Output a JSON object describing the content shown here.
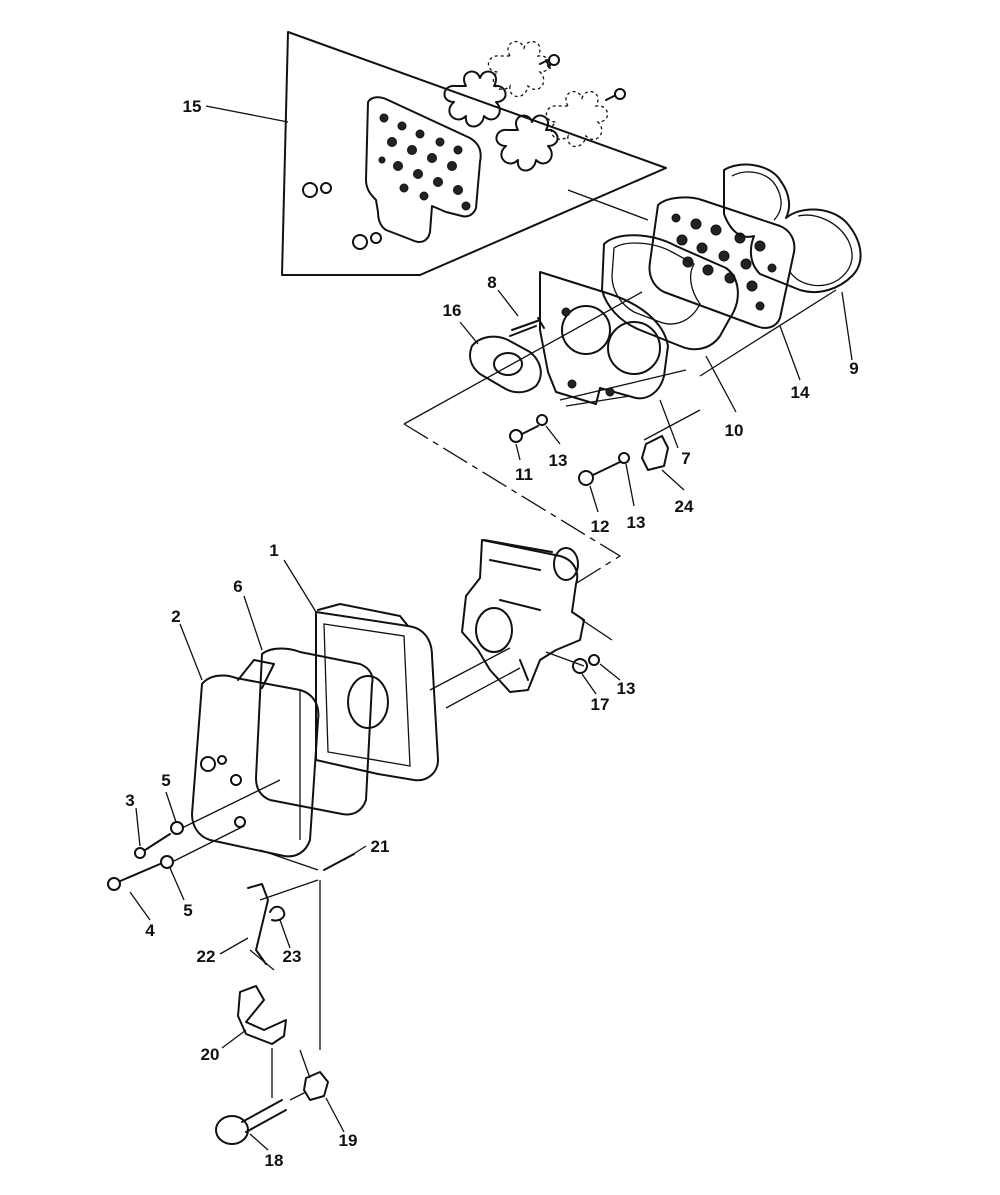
{
  "callouts": {
    "c1": "1",
    "c2": "2",
    "c3": "3",
    "c4": "4",
    "c5a": "5",
    "c5b": "5",
    "c6": "6",
    "c7": "7",
    "c8": "8",
    "c9": "9",
    "c10": "10",
    "c11": "11",
    "c12": "12",
    "c13a": "13",
    "c13b": "13",
    "c13c": "13",
    "c14": "14",
    "c15": "15",
    "c16": "16",
    "c17": "17",
    "c18": "18",
    "c19": "19",
    "c20": "20",
    "c21": "21",
    "c22": "22",
    "c23": "23",
    "c24": "24"
  },
  "colors": {
    "ink": "#111111",
    "paper": "#ffffff"
  }
}
